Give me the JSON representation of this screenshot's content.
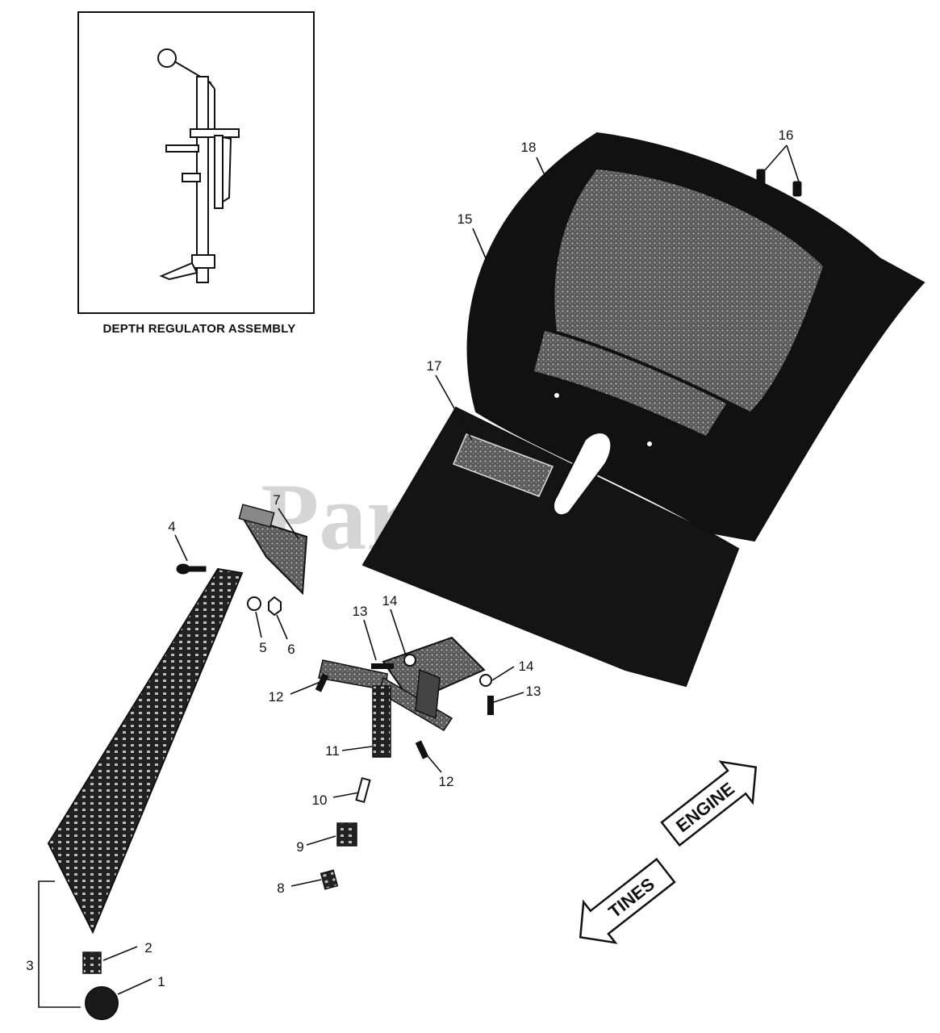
{
  "inset": {
    "caption": "DEPTH REGULATOR ASSEMBLY"
  },
  "watermark": {
    "text": "PartsTree"
  },
  "directions": {
    "engine": "ENGINE",
    "tines": "TINES"
  },
  "callouts": {
    "c1": "1",
    "c2": "2",
    "c3": "3",
    "c4": "4",
    "c5": "5",
    "c6": "6",
    "c7": "7",
    "c8": "8",
    "c9": "9",
    "c10": "10",
    "c11": "11",
    "c12a": "12",
    "c12b": "12",
    "c13a": "13",
    "c13b": "13",
    "c14a": "14",
    "c14b": "14",
    "c15": "15",
    "c16": "16",
    "c17": "17",
    "c18": "18"
  },
  "colors": {
    "ink": "#111111",
    "part_fill": "#1a1a1a",
    "shield_fill": "#3a3a3a",
    "watermark": "#c8c8c8"
  }
}
